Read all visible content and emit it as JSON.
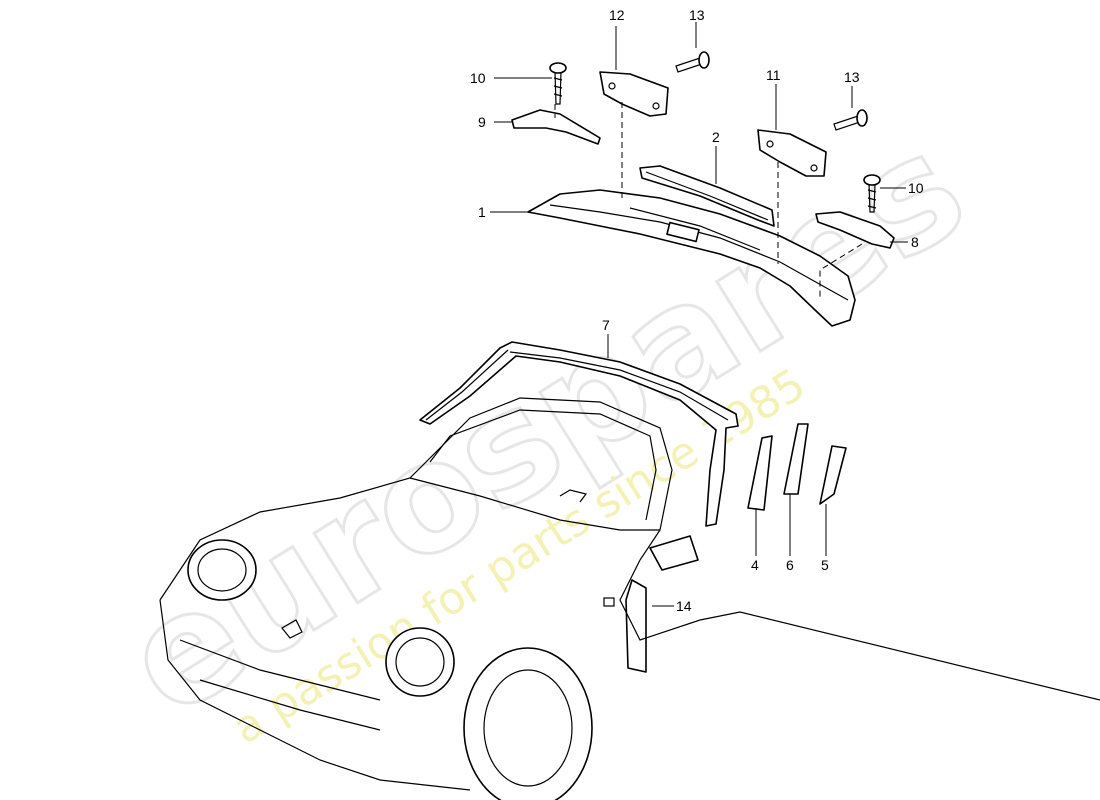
{
  "watermark": {
    "brand": "eurospares",
    "tagline": "a passion for parts since 1985"
  },
  "callouts": {
    "c1": "1",
    "c2": "2",
    "c4": "4",
    "c5": "5",
    "c6": "6",
    "c7": "7",
    "c8": "8",
    "c9": "9",
    "c10a": "10",
    "c10b": "10",
    "c11": "11",
    "c12": "12",
    "c13a": "13",
    "c13b": "13",
    "c14": "14"
  }
}
